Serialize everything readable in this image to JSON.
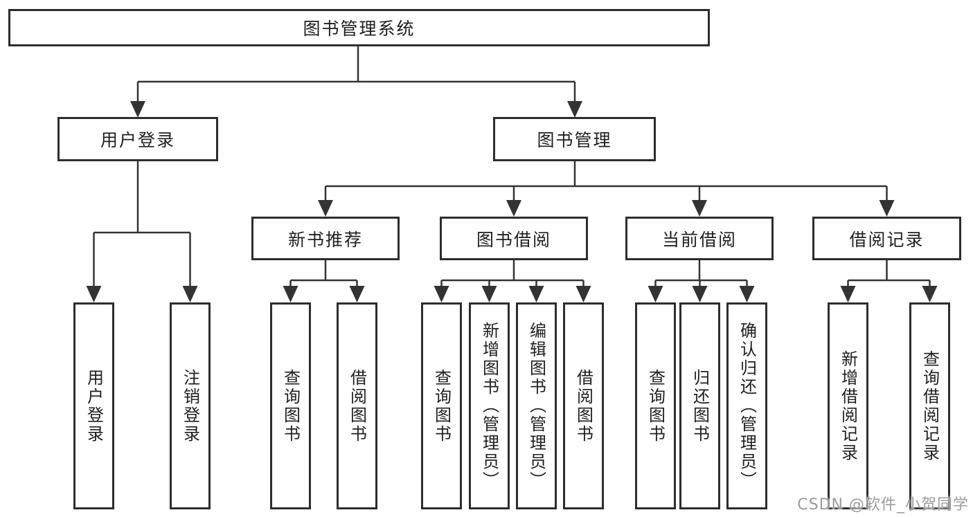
{
  "tree": {
    "root": {
      "label": "图书管理系统"
    },
    "user_login": {
      "label": "用户登录",
      "children": [
        {
          "label": "用户登录"
        },
        {
          "label": "注销登录"
        }
      ]
    },
    "book_mgmt": {
      "label": "图书管理",
      "sections": [
        {
          "label": "新书推荐",
          "children": [
            {
              "label": "查询图书"
            },
            {
              "label": "借阅图书"
            }
          ]
        },
        {
          "label": "图书借阅",
          "children": [
            {
              "label": "查询图书"
            },
            {
              "label": "新增图书（管理员）"
            },
            {
              "label": "编辑图书（管理员）"
            },
            {
              "label": "借阅图书"
            }
          ]
        },
        {
          "label": "当前借阅",
          "children": [
            {
              "label": "查询图书"
            },
            {
              "label": "归还图书"
            },
            {
              "label": "确认归还（管理员）"
            }
          ]
        },
        {
          "label": "借阅记录",
          "children": [
            {
              "label": "新增借阅记录"
            },
            {
              "label": "查询借阅记录"
            }
          ]
        }
      ]
    }
  },
  "watermark": "CSDN @软件_小贺同学",
  "colors": {
    "background": "#ffffff",
    "box_border": "#2d2d2d",
    "connector": "#333333",
    "text": "#1f1f1f",
    "watermark": "#9b9b9b"
  }
}
